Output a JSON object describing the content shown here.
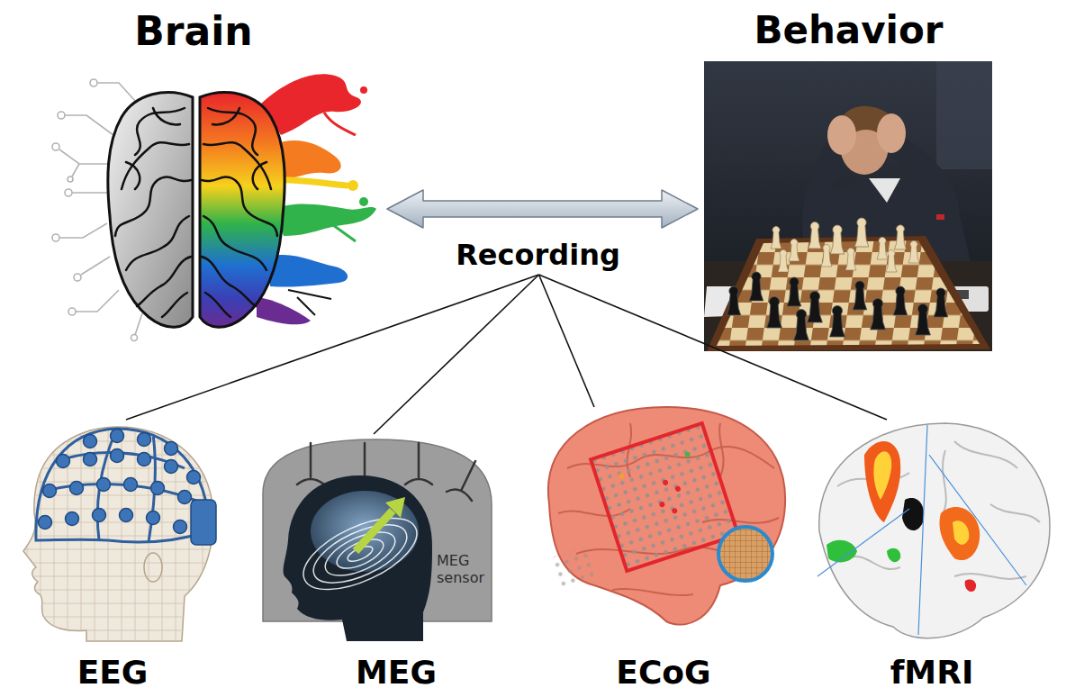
{
  "diagram": {
    "nodes": [
      {
        "text": [
          "Brain"
        ]
      },
      {
        "text": [
          "Behavior"
        ]
      },
      {
        "text": [
          "Recording"
        ]
      },
      {
        "text": [
          "EEG"
        ]
      },
      {
        "text": [
          "MEG",
          "MEG sensor"
        ]
      },
      {
        "text": [
          "ECoG"
        ]
      },
      {
        "text": [
          "fMRI"
        ]
      }
    ],
    "edges": [
      {
        "from": 0,
        "to": 1,
        "arrow": "both"
      },
      {
        "from": 2,
        "to": 3,
        "arrow": "none"
      },
      {
        "from": 2,
        "to": 4,
        "arrow": "none"
      },
      {
        "from": 2,
        "to": 5,
        "arrow": "none"
      },
      {
        "from": 2,
        "to": 6,
        "arrow": "none"
      }
    ]
  }
}
